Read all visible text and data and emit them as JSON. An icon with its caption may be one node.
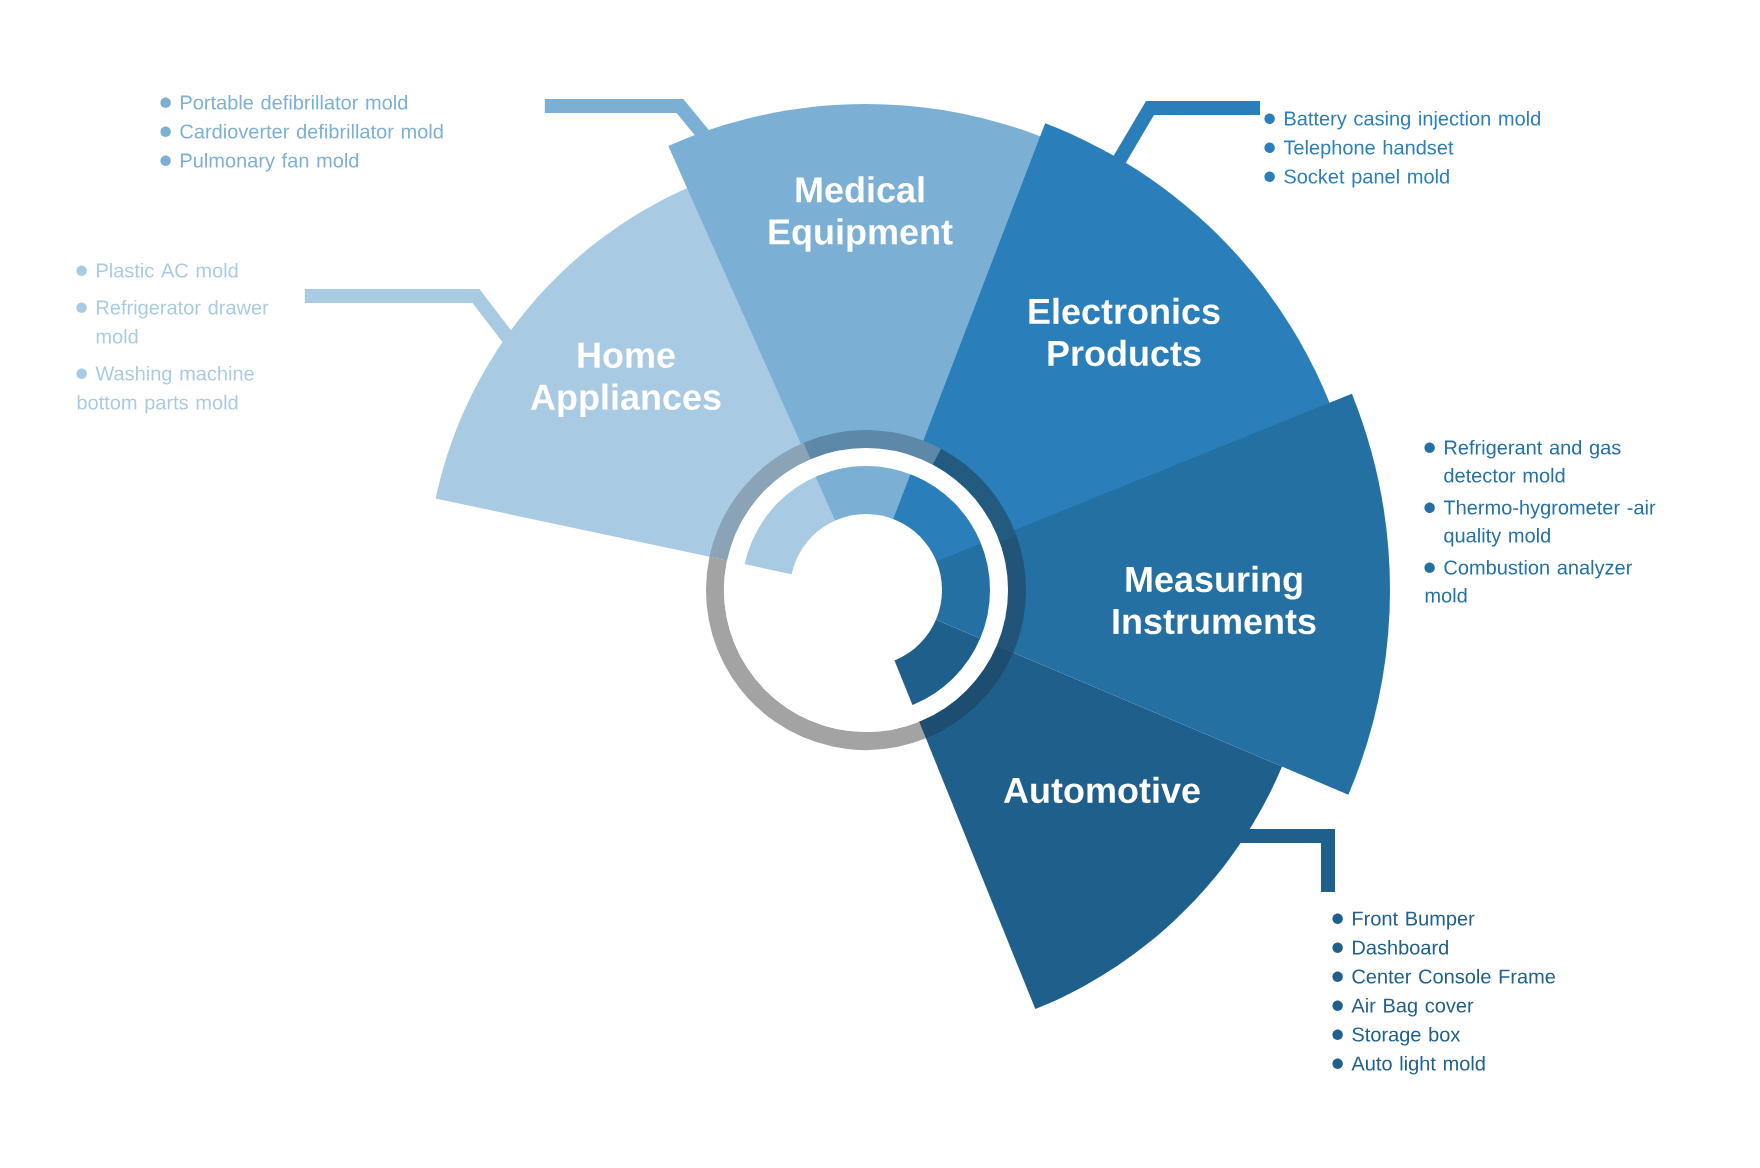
{
  "diagram": {
    "nodes": [
      {
        "text": [
          "Home Appliances"
        ]
      },
      {
        "text": [
          "Medical Equipment"
        ]
      },
      {
        "text": [
          "Electronics Products"
        ]
      },
      {
        "text": [
          "Measuring Instruments"
        ],
        "beside": [
          "Refrigerant and gas detector mold",
          "Thermo-hygrometer -air quality mold",
          "Combustion analyzer mold"
        ]
      },
      {
        "text": [
          "Automotive"
        ]
      },
      {
        "text": [
          "Plastic AC mold",
          "Refrigerator drawer mold",
          "Washing machine bottom parts mold"
        ]
      },
      {
        "text": [
          "Portable defibrillator mold",
          "Cardioverter defibrillator mold",
          "Pulmonary fan mold"
        ]
      },
      {
        "text": [
          "Battery casing injection mold",
          "Telephone handset",
          "Socket panel mold"
        ]
      },
      {
        "text": [
          "Front Bumper",
          "Dashboard",
          "Center Console Frame",
          "Air Bag cover",
          "Storage box",
          "Auto light mold"
        ]
      }
    ],
    "edges": [
      {
        "from": 0,
        "to": 5,
        "arrow": "none",
        "color": "#a8cbe3"
      },
      {
        "from": 1,
        "to": 6,
        "arrow": "none",
        "color": "#7bafd4"
      },
      {
        "from": 2,
        "to": 7,
        "arrow": "none",
        "color": "#2a7fba"
      },
      {
        "from": 4,
        "to": 8,
        "arrow": "none",
        "color": "#1f5f8b"
      }
    ]
  }
}
